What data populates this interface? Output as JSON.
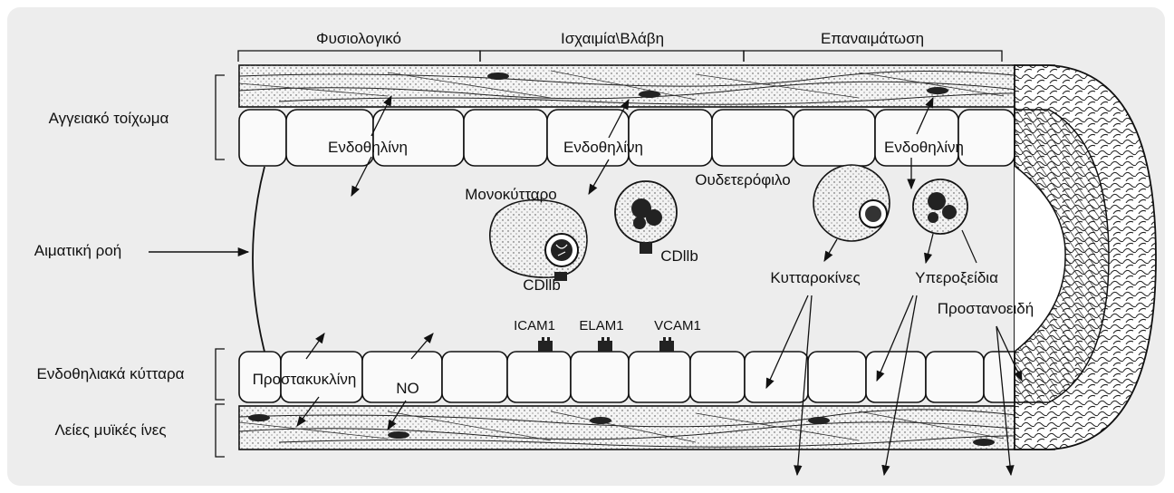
{
  "phases": {
    "normal": "Φυσιολογικό",
    "ischemia": "Ισχαιμία\\Βλάβη",
    "reperfusion": "Επαναιμάτωση"
  },
  "side_labels": {
    "vessel_wall": "Αγγειακό τοίχωμα",
    "blood_flow": "Αιματική ροή",
    "endothelial_cells": "Ενδοθηλιακά κύτταρα",
    "smooth_muscle": "Λείες μυϊκές ίνες"
  },
  "labels": {
    "endothelin": "Ενδοθηλίνη",
    "monocyte": "Μονοκύτταρο",
    "neutrophil": "Ουδετερόφιλο",
    "cd11b": "CDllb",
    "cytokines": "Κυτταροκίνες",
    "superoxides": "Υπεροξείδια",
    "prostanoids": "Προστανοειδή",
    "prostacyclin": "Προστακυκλίνη",
    "no": "NO",
    "icam1": "ICAM1",
    "elam1": "ELAM1",
    "vcam1": "VCAM1"
  }
}
